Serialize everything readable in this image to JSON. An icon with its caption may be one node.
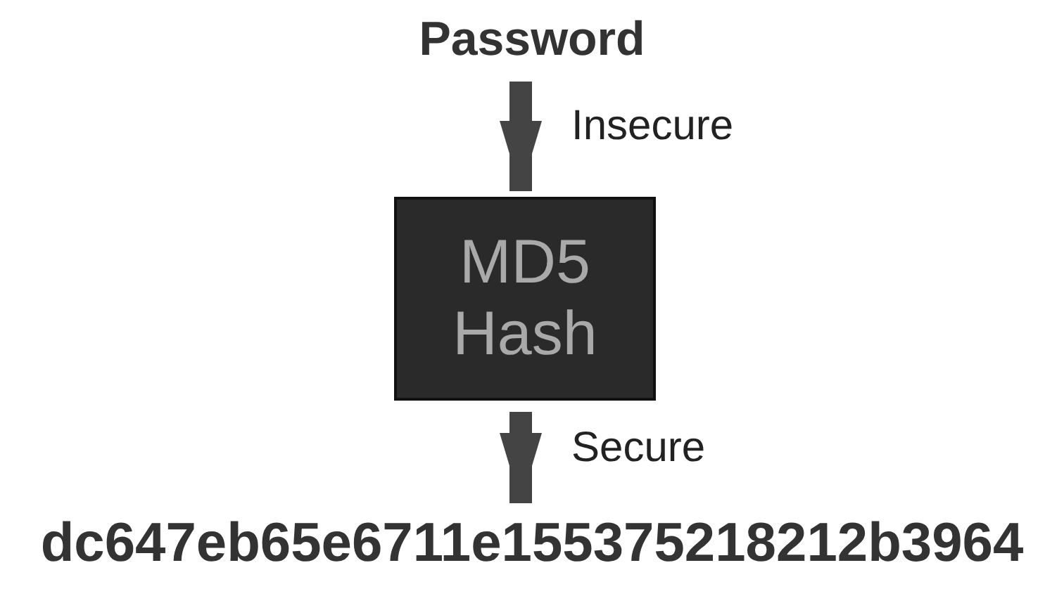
{
  "diagram": {
    "nodes": [
      {
        "text": [
          "Password"
        ]
      },
      {
        "text": [
          "MD5 Hash"
        ]
      },
      {
        "text": [
          "dc647eb65e6711e155375218212b3964"
        ]
      }
    ],
    "edges": [
      {
        "from": 0,
        "to": 1,
        "arrow": "to",
        "label": "Insecure"
      },
      {
        "from": 1,
        "to": 2,
        "arrow": "to",
        "label": "Secure"
      }
    ]
  }
}
